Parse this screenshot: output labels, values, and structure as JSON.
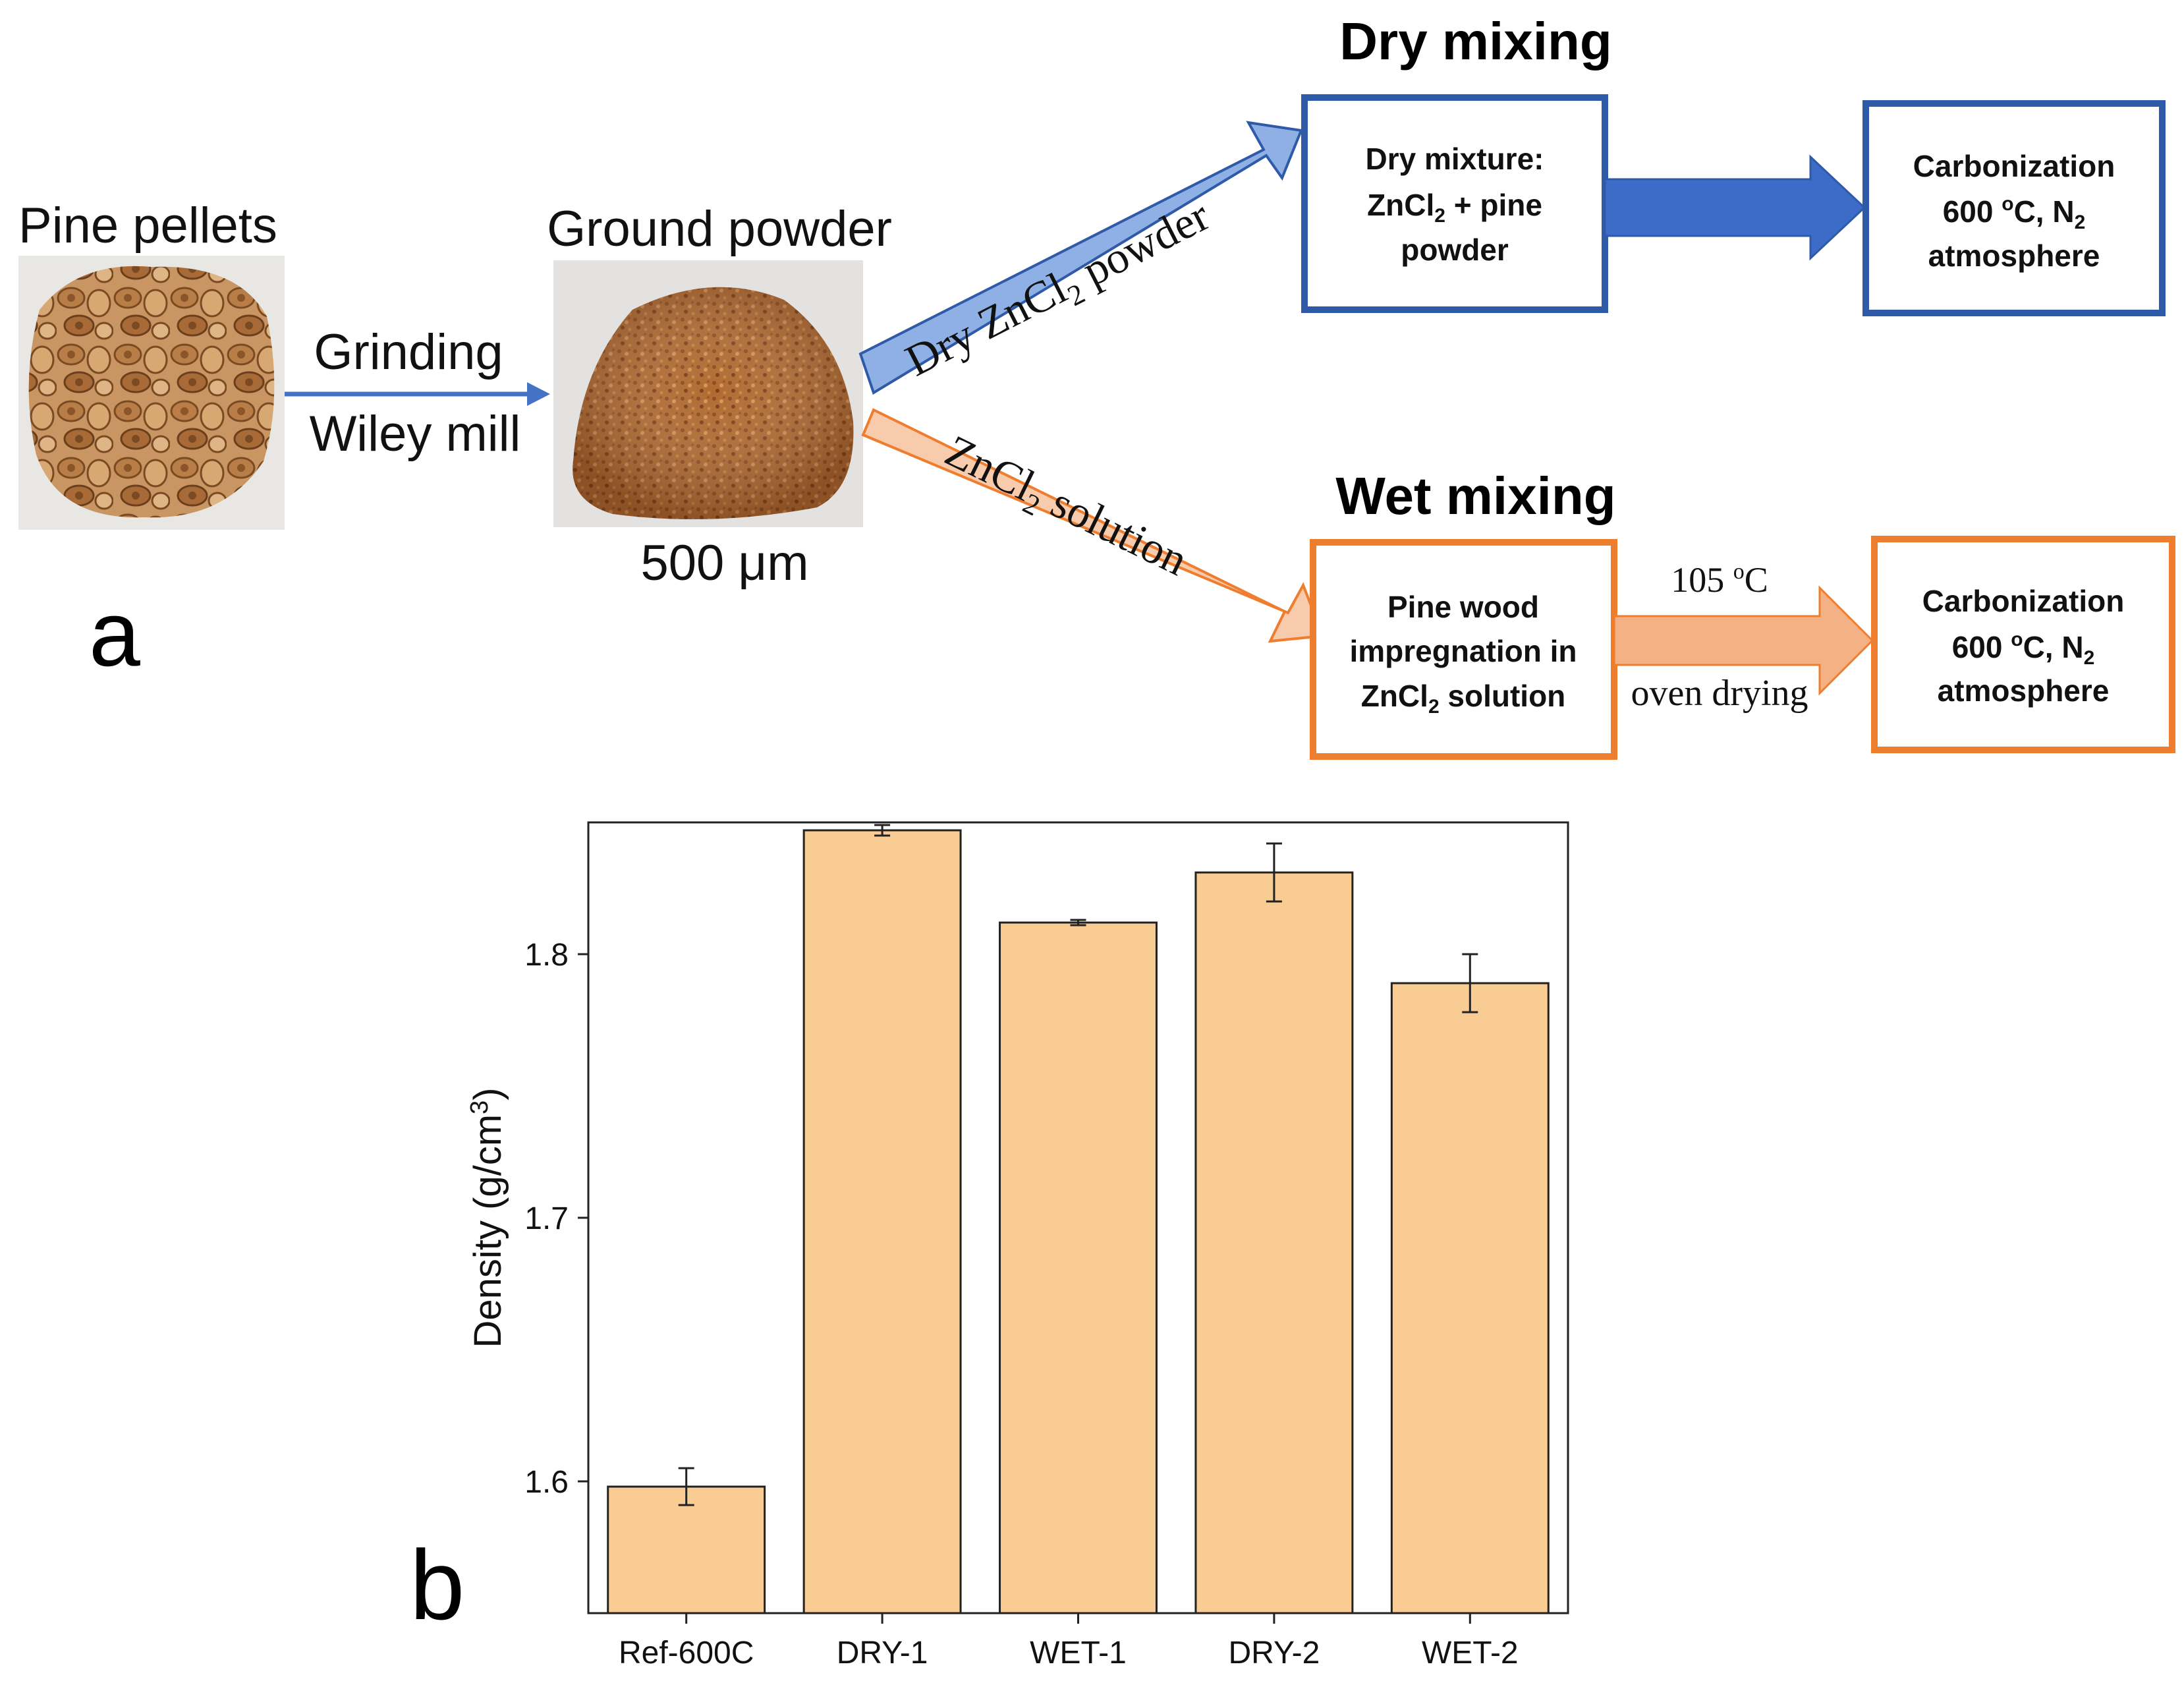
{
  "panel_a": {
    "panel_label": "a",
    "pine_pellets_label": "Pine pellets",
    "grinding_label": "Grinding",
    "wiley_mill_label": "Wiley mill",
    "ground_powder_label": "Ground powder",
    "particle_size_label": "500 μm",
    "dry_route": {
      "heading": "Dry mixing",
      "arrow_label": {
        "pre": "Dry ZnCl",
        "sub": "2",
        "post": " powder"
      },
      "mixture_box": {
        "line1": "Dry mixture:",
        "line2_pre": "ZnCl",
        "line2_sub": "2",
        "line2_post": " + pine",
        "line3": "powder"
      },
      "carbonization_box": {
        "line1": "Carbonization",
        "line2_pre": "600 ",
        "line2_sup": "o",
        "line2_mid": "C, N",
        "line2_sub": "2",
        "line3": "atmosphere"
      }
    },
    "wet_route": {
      "heading": "Wet mixing",
      "arrow_label": {
        "pre": "ZnCl",
        "sub": "2",
        "post": " solution"
      },
      "impregnation_box": {
        "line1": "Pine wood",
        "line2": "impregnation in",
        "line3_pre": "ZnCl",
        "line3_sub": "2",
        "line3_post": " solution"
      },
      "drying_temp": {
        "pre": "105 ",
        "sup": "o",
        "post": "C"
      },
      "drying_label": "oven drying",
      "carbonization_box": {
        "line1": "Carbonization",
        "line2_pre": "600 ",
        "line2_sup": "o",
        "line2_mid": "C, N",
        "line2_sub": "2",
        "line3": "atmosphere"
      }
    },
    "colors": {
      "dry": "#2e5aa8",
      "dry_fill": "#3d6cc8",
      "dry_light": "#8fb0e4",
      "wet": "#ee7d2e",
      "wet_light": "#f4b183",
      "wet_pale": "#f8cbad",
      "grind_arrow": "#4472c4"
    }
  },
  "panel_b": {
    "panel_label": "b",
    "chart_data": {
      "type": "bar",
      "categories": [
        "Ref-600C",
        "DRY-1",
        "WET-1",
        "DRY-2",
        "WET-2"
      ],
      "values": [
        1.598,
        1.847,
        1.812,
        1.831,
        1.789
      ],
      "errors": [
        0.007,
        0.002,
        0.001,
        0.011,
        0.011
      ],
      "ylabel": {
        "pre": "Density (g/cm",
        "sup": "3",
        "post": ")"
      },
      "xlabel": "",
      "ylim": [
        1.55,
        1.85
      ],
      "yticks": [
        1.6,
        1.7,
        1.8
      ],
      "ytick_labels": [
        "1.6",
        "1.7",
        "1.8"
      ],
      "bar_color": "#f9cc93",
      "grid": false,
      "legend": "none"
    }
  }
}
